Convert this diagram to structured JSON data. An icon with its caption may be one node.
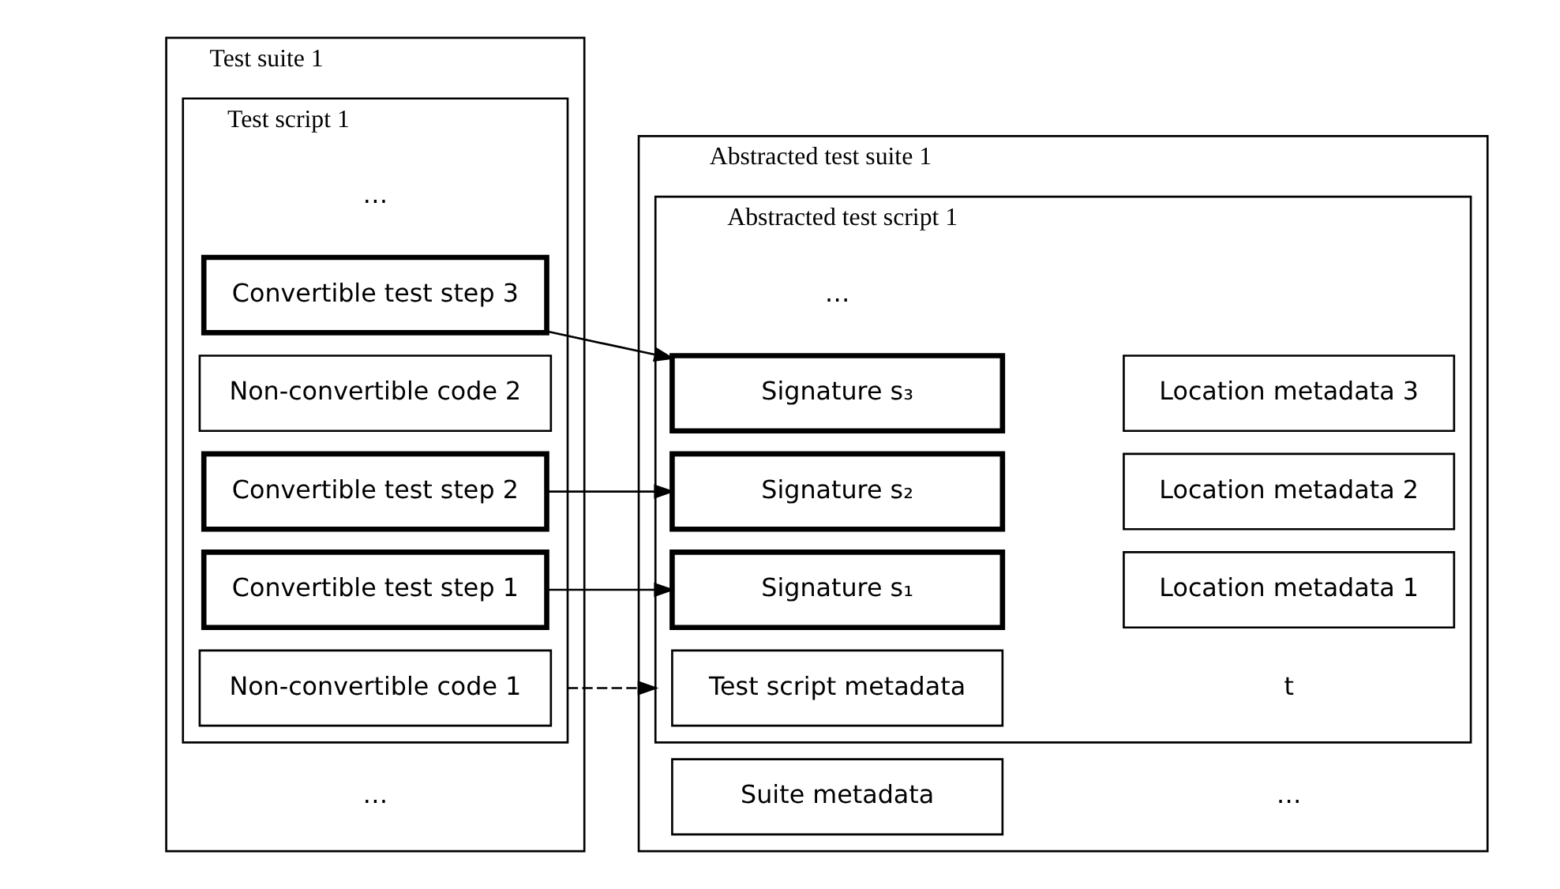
{
  "diagram": {
    "nodes": [
      {
        "text": [
          "Test suite 1"
        ]
      },
      {
        "text": [
          "Test script 1"
        ],
        "in": 0
      },
      {
        "text": [
          "Non-convertible code 1"
        ],
        "in": 1
      },
      {
        "text": [
          "Convertible test step 1"
        ],
        "in": 1
      },
      {
        "text": [
          "Convertible test step 2"
        ],
        "in": 1
      },
      {
        "text": [
          "Non-convertible code 2"
        ],
        "in": 1
      },
      {
        "text": [
          "Convertible test step 3"
        ],
        "in": 1
      },
      {
        "text": [
          "Abstracted test suite 1"
        ]
      },
      {
        "text": [
          "Suite metadata"
        ],
        "in": 7
      },
      {
        "text": [
          "Abstracted test script 1"
        ],
        "in": 7
      },
      {
        "text": [
          "Test script metadata"
        ],
        "in": 9
      },
      {
        "text": [
          "Signature s₁"
        ],
        "in": 9
      },
      {
        "text": [
          "Location metadata 1"
        ],
        "in": 9
      },
      {
        "text": [
          "Signature s₂"
        ],
        "in": 9
      },
      {
        "text": [
          "Location metadata 2"
        ],
        "in": 9
      },
      {
        "text": [
          "Signature s₃"
        ],
        "in": 9
      },
      {
        "text": [
          "Location metadata 3"
        ],
        "in": 9
      }
    ],
    "edges": [
      {
        "from": 1,
        "to": 9,
        "arrow": "to",
        "style": "dashed"
      },
      {
        "from": 3,
        "to": 11,
        "arrow": "to"
      },
      {
        "from": 4,
        "to": 13,
        "arrow": "to"
      },
      {
        "from": 6,
        "to": 15,
        "arrow": "to"
      }
    ],
    "labels": [
      "t",
      "…",
      "…",
      "…",
      "…"
    ]
  }
}
